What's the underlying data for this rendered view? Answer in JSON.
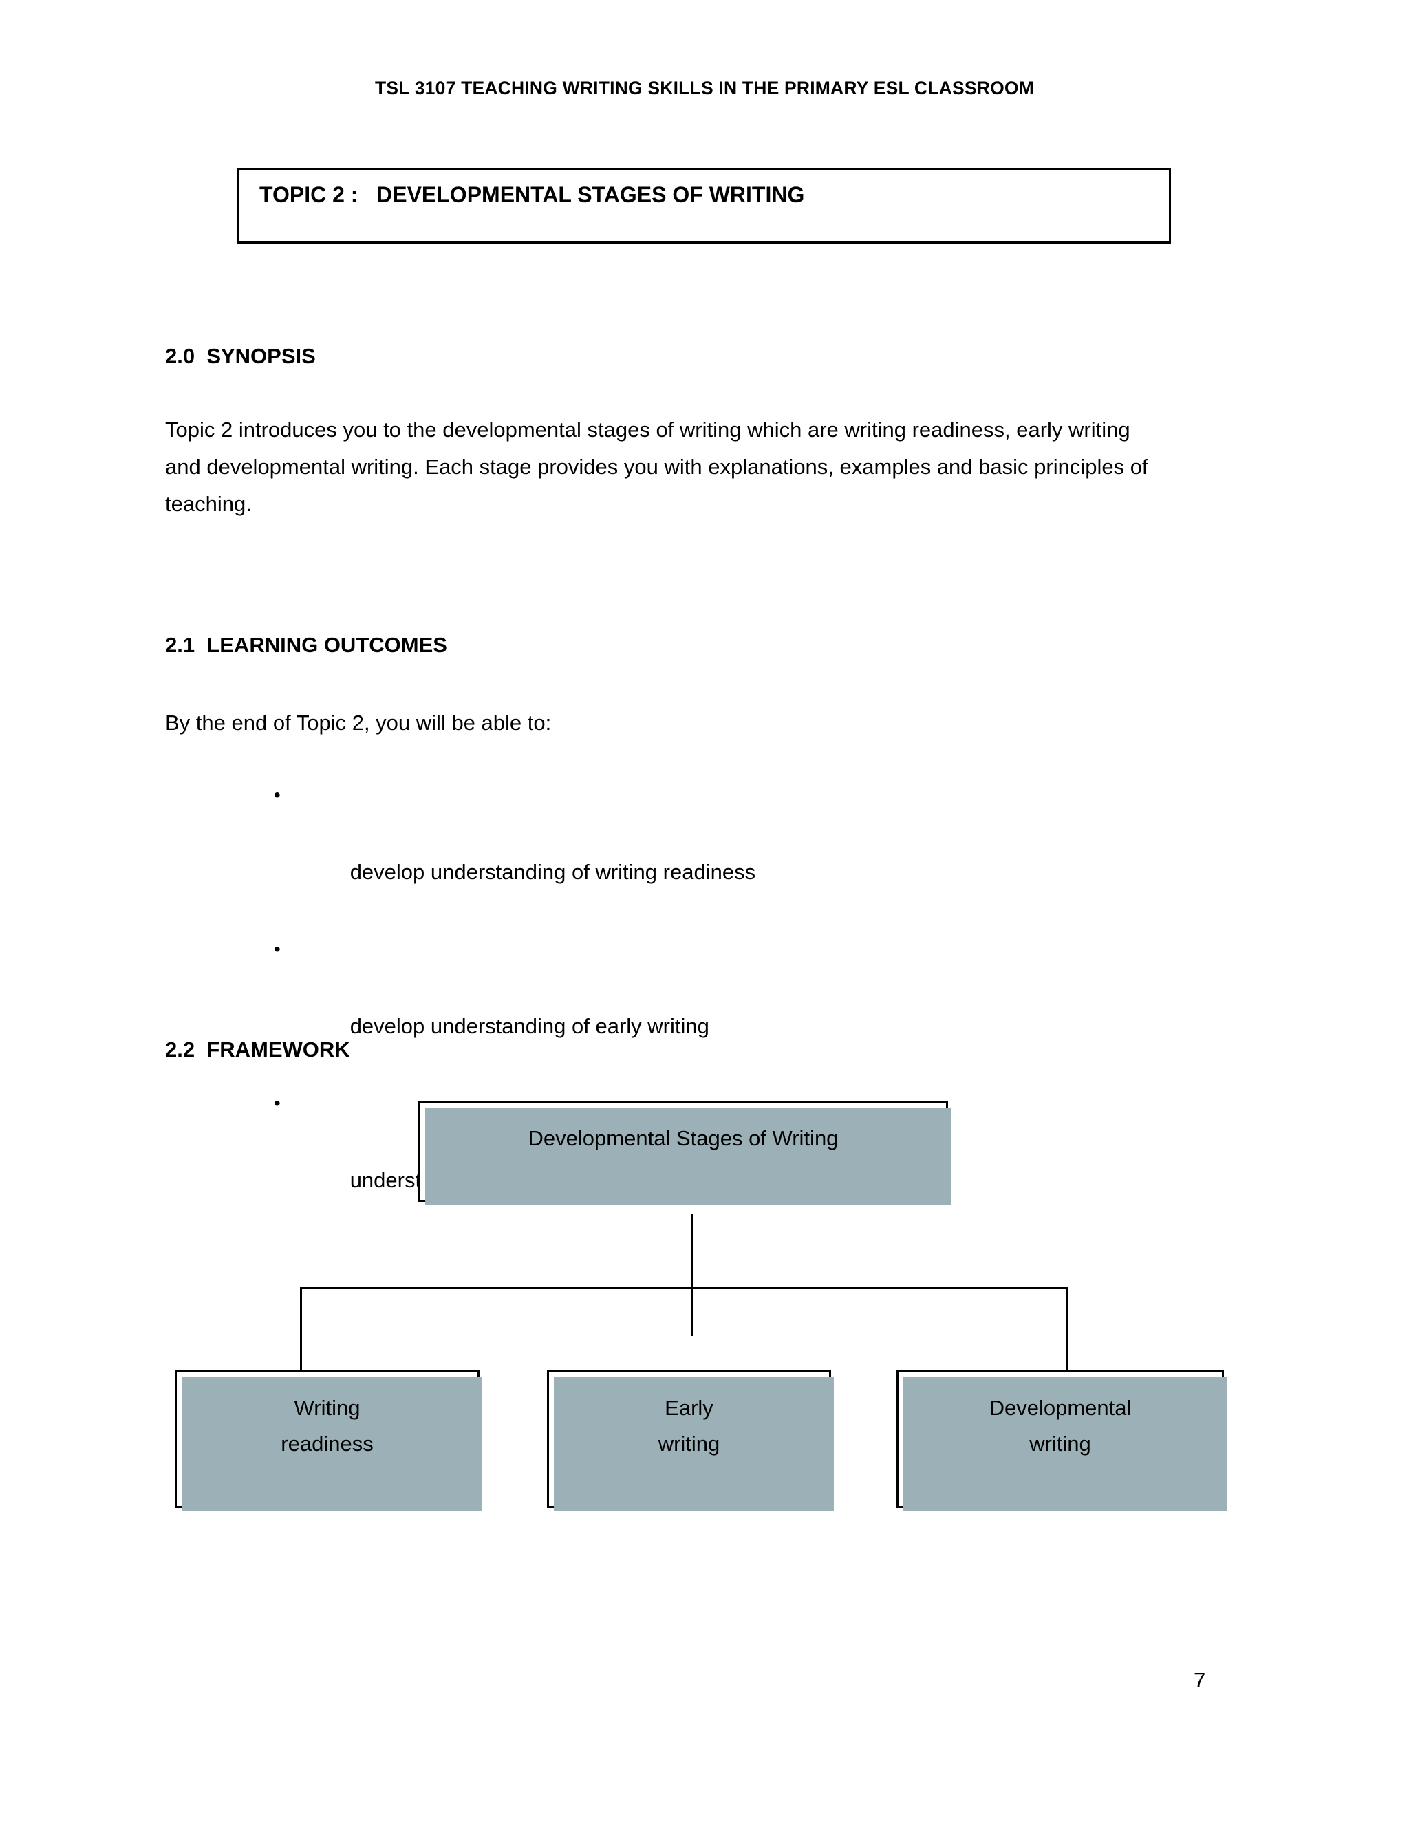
{
  "document": {
    "running_header": "TSL 3107 TEACHING WRITING SKILLS IN THE PRIMARY ESL CLASSROOM",
    "page_number": "7"
  },
  "topic_banner": {
    "title": "TOPIC 2 :   DEVELOPMENTAL STAGES OF WRITING"
  },
  "sections": {
    "synopsis": {
      "heading": "2.0  SYNOPSIS",
      "paragraph": "Topic 2 introduces you to the developmental stages of writing which are writing readiness, early writing and developmental writing. Each stage provides you with explanations, examples and basic principles of teaching."
    },
    "learning_outcomes": {
      "heading": "2.1  LEARNING OUTCOMES",
      "intro": "By the end of Topic 2, you will be able to:",
      "bullet_glyph": "•",
      "items": [
        "develop understanding of writing readiness",
        "develop understanding of early writing",
        "understand the stages of  developmental writing"
      ]
    },
    "framework": {
      "heading": "2.2  FRAMEWORK",
      "diagram": {
        "root": "Developmental Stages of Writing",
        "children": [
          "Writing\nreadiness",
          "Early\nwriting",
          "Developmental\nwriting"
        ]
      }
    }
  },
  "colors": {
    "text": "#000000",
    "page_background": "#ffffff",
    "box_border": "#000000",
    "box_shadow": "#9CB0B7"
  }
}
